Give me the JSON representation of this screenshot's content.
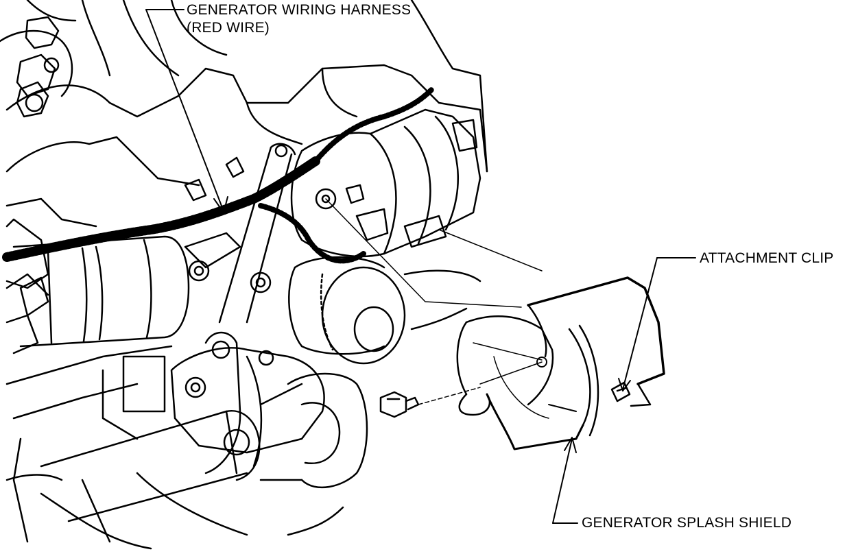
{
  "colors": {
    "ink": "#000000",
    "paper": "#ffffff"
  },
  "callouts": {
    "harness_line1": "GENERATOR WIRING HARNESS",
    "harness_line2": "(RED WIRE)",
    "attachment_clip": "ATTACHMENT CLIP",
    "splash_shield": "GENERATOR SPLASH SHIELD"
  }
}
